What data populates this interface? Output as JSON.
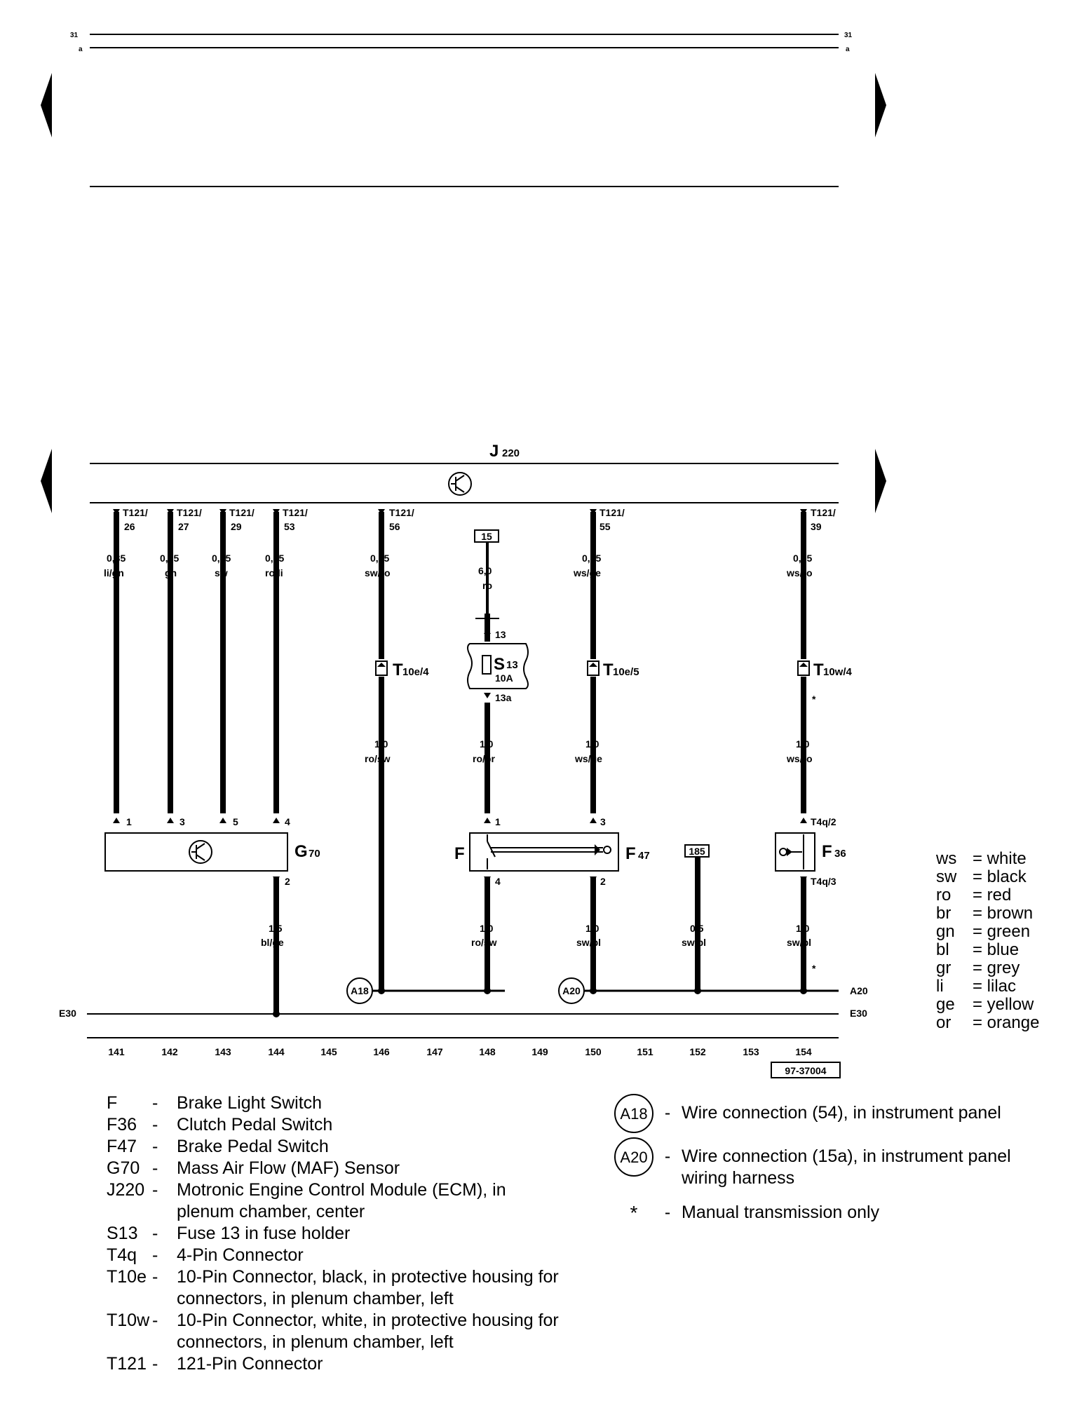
{
  "header": {
    "page_left": "31",
    "page_right": "31",
    "sub_left": "a",
    "sub_right": "a"
  },
  "ecm": {
    "label": "J",
    "sub": "220"
  },
  "pins": [
    {
      "t": "T121/",
      "n": "26",
      "gauge": "0,35",
      "color": "li/gn"
    },
    {
      "t": "T121/",
      "n": "27",
      "gauge": "0,35",
      "color": "gn"
    },
    {
      "t": "T121/",
      "n": "29",
      "gauge": "0,35",
      "color": "sw"
    },
    {
      "t": "T121/",
      "n": "53",
      "gauge": "0,35",
      "color": "ro/li"
    },
    {
      "t": "T121/",
      "n": "56",
      "gauge": "0,35",
      "color": "sw/ro"
    },
    {
      "t": "T121/",
      "n": "55",
      "gauge": "0,35",
      "color": "ws/ge"
    },
    {
      "t": "T121/",
      "n": "39",
      "gauge": "0,35",
      "color": "ws/ro"
    }
  ],
  "terminal15": "15",
  "terminal185": "185",
  "fuse": {
    "pin_top": "13",
    "label": "S",
    "sub": "13",
    "rating": "10A",
    "pin_bottom": "13a",
    "wire_top_gauge": "6,0",
    "wire_top_color": "ro"
  },
  "connectors": [
    {
      "label": "T",
      "sub": "10e/4"
    },
    {
      "label": "T",
      "sub": "10e/5"
    },
    {
      "label": "T",
      "sub": "10w/4"
    }
  ],
  "mid_wires": [
    {
      "gauge": "1,0",
      "color": "ro/sw"
    },
    {
      "gauge": "1,0",
      "color": "ro/br"
    },
    {
      "gauge": "1,0",
      "color": "ws/ge"
    },
    {
      "gauge": "1,0",
      "color": "ws/ro"
    }
  ],
  "g70": {
    "label": "G",
    "sub": "70",
    "pins": [
      "1",
      "3",
      "5",
      "4"
    ],
    "out_pin": "2",
    "out_gauge": "1,5",
    "out_color": "bl/ge"
  },
  "switch_f": {
    "label": "F",
    "pin_in": "1",
    "pin_out": "4",
    "f47_label": "F",
    "f47_sub": "47",
    "f47_pin_in": "3",
    "f47_pin_out": "2"
  },
  "f36": {
    "label": "F",
    "sub": "36",
    "pin_in": "T4q/2",
    "pin_out": "T4q/3"
  },
  "low_wires": [
    {
      "gauge": "1,0",
      "color": "ro/sw"
    },
    {
      "gauge": "1,0",
      "color": "sw/bl"
    },
    {
      "gauge": "0,5",
      "color": "sw/bl"
    },
    {
      "gauge": "1,0",
      "color": "sw/bl"
    }
  ],
  "star": "*",
  "rails": {
    "a18": "A18",
    "a20": "A20",
    "a20_right": "A20",
    "e30_left": "E30",
    "e30_right": "E30"
  },
  "tracks": [
    "141",
    "142",
    "143",
    "144",
    "145",
    "146",
    "147",
    "148",
    "149",
    "150",
    "151",
    "152",
    "153",
    "154"
  ],
  "figure_id": "97-37004",
  "color_legend": [
    {
      "code": "ws",
      "name": "= white"
    },
    {
      "code": "sw",
      "name": "= black"
    },
    {
      "code": "ro",
      "name": "= red"
    },
    {
      "code": "br",
      "name": "= brown"
    },
    {
      "code": "gn",
      "name": "= green"
    },
    {
      "code": "bl",
      "name": "= blue"
    },
    {
      "code": "gr",
      "name": "= grey"
    },
    {
      "code": "li",
      "name": "= lilac"
    },
    {
      "code": "ge",
      "name": "= yellow"
    },
    {
      "code": "or",
      "name": "= orange"
    }
  ],
  "component_key": [
    {
      "code": "F",
      "desc": "Brake Light Switch"
    },
    {
      "code": "F36",
      "desc": "Clutch Pedal Switch"
    },
    {
      "code": "F47",
      "desc": "Brake Pedal Switch"
    },
    {
      "code": "G70",
      "desc": "Mass Air Flow (MAF) Sensor"
    },
    {
      "code": "J220",
      "desc": "Motronic Engine Control Module (ECM), in plenum chamber, center"
    },
    {
      "code": "S13",
      "desc": "Fuse 13 in fuse holder"
    },
    {
      "code": "T4q",
      "desc": "4-Pin Connector"
    },
    {
      "code": "T10e",
      "desc": "10-Pin Connector, black, in protective housing for connectors, in plenum chamber, left"
    },
    {
      "code": "T10w",
      "desc": "10-Pin Connector, white, in protective housing for connectors, in plenum chamber, left"
    },
    {
      "code": "T121",
      "desc": "121-Pin Connector"
    }
  ],
  "connection_key": [
    {
      "code": "A18",
      "desc": "Wire connection (54), in instrument panel"
    },
    {
      "code": "A20",
      "desc": "Wire connection (15a), in instrument panel wiring harness"
    },
    {
      "code": "*",
      "desc": "Manual transmission only"
    }
  ],
  "key_dash": "-"
}
